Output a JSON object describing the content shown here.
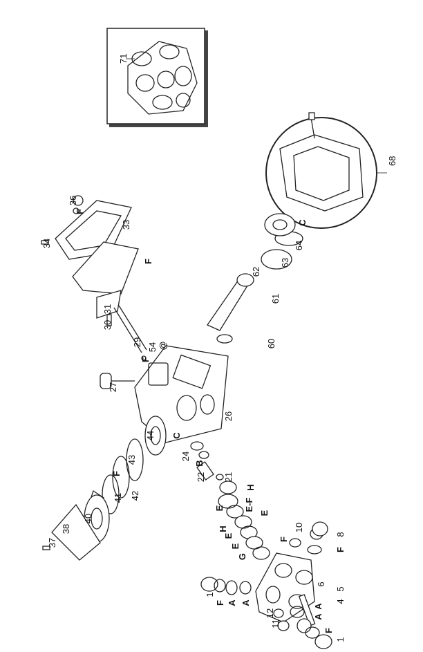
{
  "title": "Pump exploded parts diagram",
  "inset_label": "71",
  "circle_detail_label": "68",
  "labels": [
    "36",
    "F",
    "33",
    "34",
    "F",
    "62",
    "64",
    "C",
    "63",
    "61",
    "30",
    "31",
    "29",
    "54",
    "F",
    "@",
    "60",
    "27",
    "26",
    "C",
    "44",
    "24",
    "B",
    "22",
    "21",
    "H",
    "E-F",
    "43",
    "F",
    "42",
    "41",
    "E",
    "E",
    "H",
    "E",
    "E",
    "G",
    "40",
    "38",
    "37",
    "F",
    "10",
    "8",
    "F",
    "6",
    "1",
    "F",
    "A",
    "A",
    "5",
    "4",
    "12",
    "A",
    "11",
    "A",
    "F",
    "1"
  ]
}
